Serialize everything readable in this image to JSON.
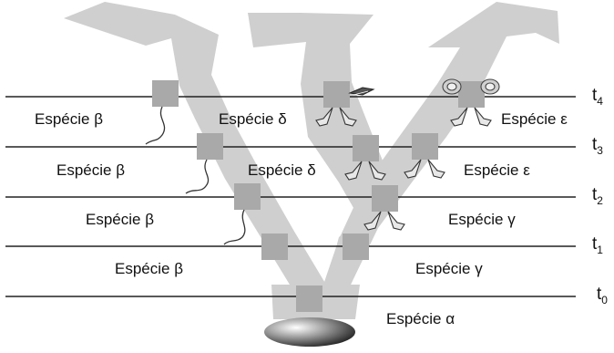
{
  "time_labels": [
    {
      "t": "t",
      "sub": "4"
    },
    {
      "t": "t",
      "sub": "3"
    },
    {
      "t": "t",
      "sub": "2"
    },
    {
      "t": "t",
      "sub": "1"
    },
    {
      "t": "t",
      "sub": "0"
    }
  ],
  "species_labels": {
    "t4_left": "Espécie β",
    "t4_mid": "Espécie δ",
    "t4_right": "Espécie ε",
    "t3_left": "Espécie β",
    "t3_mid": "Espécie δ",
    "t3_right": "Espécie ε",
    "t2_left": "Espécie β",
    "t2_right": "Espécie γ",
    "t1_left": "Espécie β",
    "t1_right": "Espécie γ",
    "t0": "Espécie α"
  },
  "colors": {
    "branch": "#cfcfcf",
    "square": "#a9a9a9",
    "line": "#222222"
  },
  "icons": [
    "tail-icon",
    "feet-icon",
    "wing-icon",
    "ears-icon"
  ]
}
